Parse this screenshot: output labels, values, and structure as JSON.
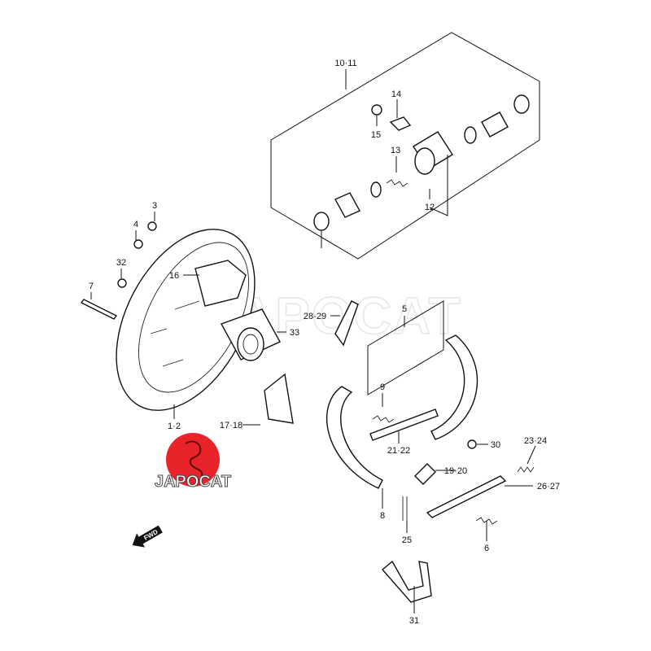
{
  "diagram": {
    "labels": {
      "p10_11": "10·11",
      "p14": "14",
      "p15": "15",
      "p13": "13",
      "p12": "12",
      "p3": "3",
      "p4": "4",
      "p32": "32",
      "p16": "16",
      "p7": "7",
      "p33": "33",
      "p28_29": "28·29",
      "p5": "5",
      "p1_2": "1·2",
      "p17_18": "17·18",
      "p9": "9",
      "p21_22": "21·22",
      "p30": "30",
      "p23_24": "23·24",
      "p19_20": "19·20",
      "p26_27": "26·27",
      "p8": "8",
      "p25": "25",
      "p6": "6",
      "p31": "31"
    },
    "fwd_arrow": "FWD",
    "watermark": "JAPOCAT",
    "logo": {
      "text": "JAPOCAT",
      "color": "#e8242a"
    }
  }
}
